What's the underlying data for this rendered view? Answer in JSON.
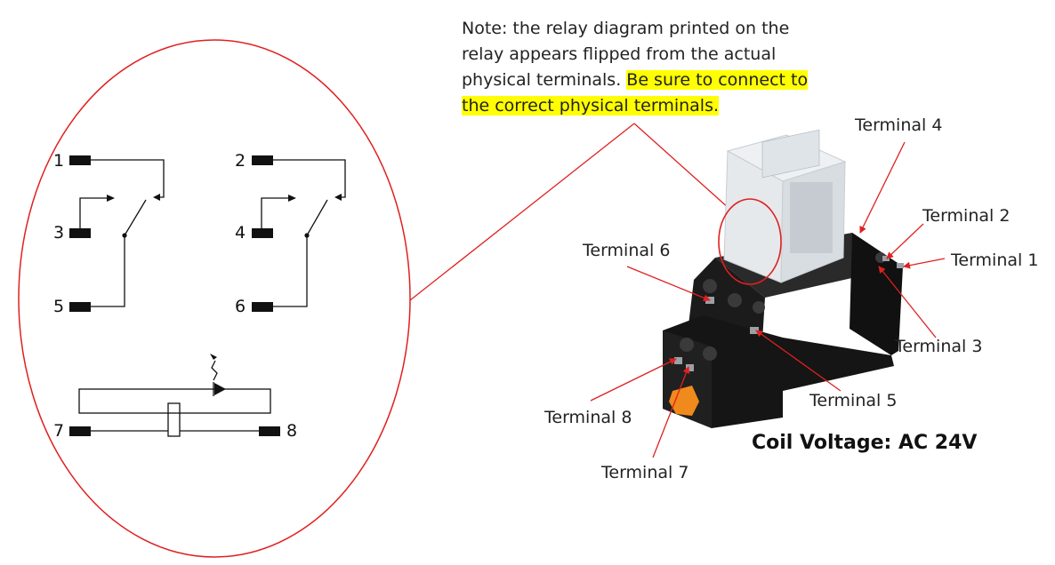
{
  "note": {
    "text_plain": "Note: the relay diagram printed on the relay appears flipped from the actual physical terminals.",
    "text_highlight": "Be sure to connect to the correct physical terminals."
  },
  "schematic_pins": [
    "1",
    "2",
    "3",
    "4",
    "5",
    "6",
    "7",
    "8"
  ],
  "terminal_labels": {
    "t1": "Terminal 1",
    "t2": "Terminal 2",
    "t3": "Terminal 3",
    "t4": "Terminal 4",
    "t5": "Terminal 5",
    "t6": "Terminal 6",
    "t7": "Terminal 7",
    "t8": "Terminal 8"
  },
  "coil_voltage": "Coil Voltage: AC 24V",
  "colors": {
    "callout": "#e02020",
    "highlight": "#ffff00",
    "ink": "#111111",
    "base": "#1b1b1b",
    "clip": "#f08a1c"
  }
}
